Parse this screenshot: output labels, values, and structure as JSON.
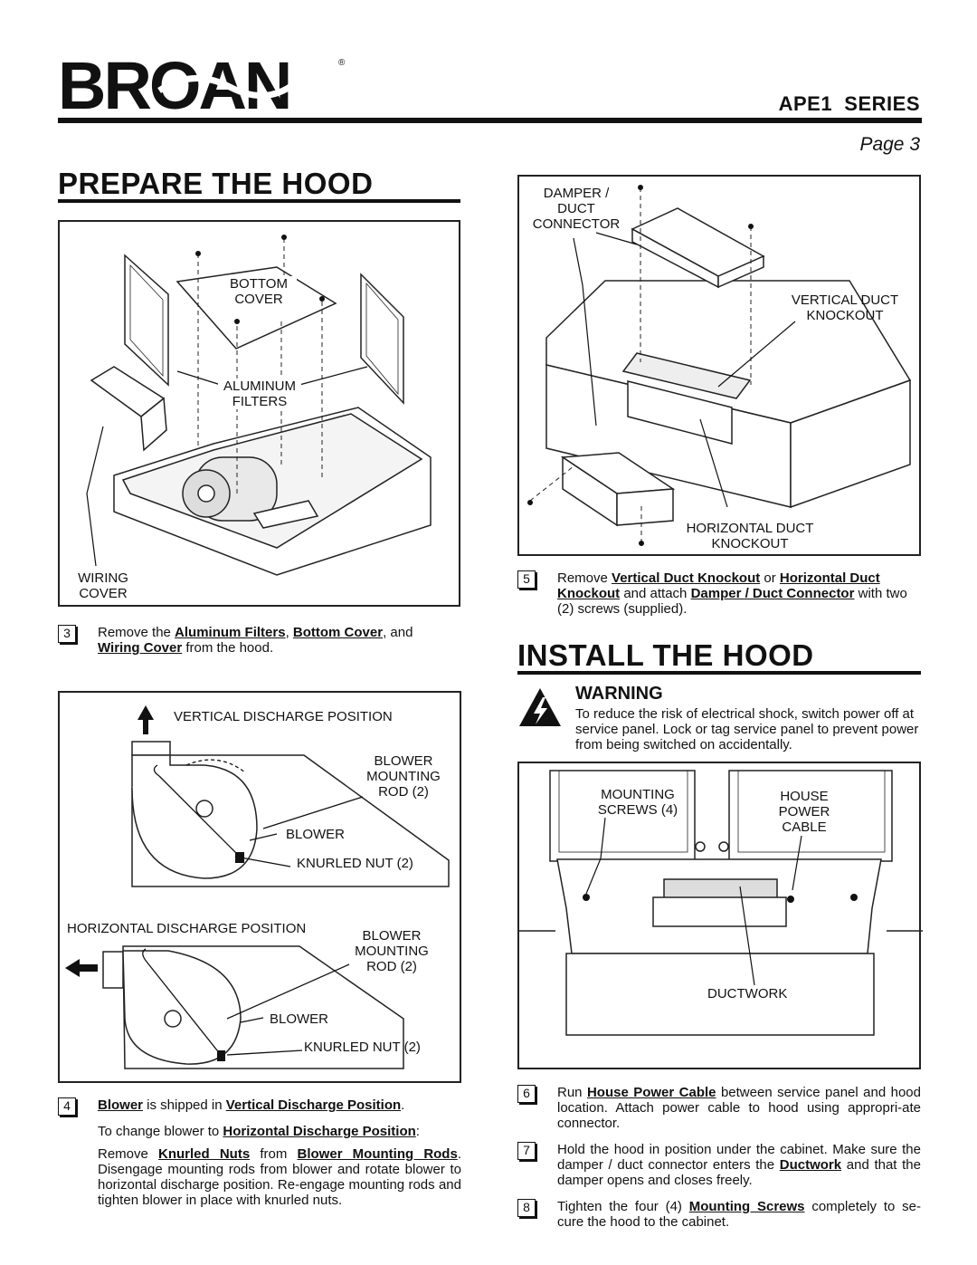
{
  "header": {
    "logo_text": "BROAN",
    "registered": "®",
    "series": "APE1  SERIES",
    "page": "Page 3"
  },
  "prepare": {
    "title": "PREPARE THE HOOD",
    "fig1": {
      "bottom_cover": [
        "BOTTOM",
        "COVER"
      ],
      "aluminum_filters": [
        "ALUMINUM",
        "FILTERS"
      ],
      "wiring_cover": [
        "WIRING",
        "COVER"
      ]
    },
    "step3": {
      "num": "3",
      "pre": "Remove the ",
      "l1": "Aluminum Filters",
      "mid1": ", ",
      "l2": "Bottom Cover",
      "mid2": ", and",
      "l3": "Wiring Cover",
      "post": " from the hood."
    },
    "fig2": {
      "vertical_title": "VERTICAL DISCHARGE POSITION",
      "horizontal_title": "HORIZONTAL DISCHARGE POSITION",
      "blower_mounting_rod": [
        "BLOWER",
        "MOUNTING",
        "ROD (2)"
      ],
      "blower": "BLOWER",
      "knurled_nut": "KNURLED NUT (2)"
    },
    "step4": {
      "num": "4",
      "l1": "Blower",
      "t1": " is shipped in ",
      "l2": "Vertical Discharge Position",
      "t2": ".",
      "t3": "To change blower to ",
      "l3": "Horizontal Discharge Position",
      "t4": ":",
      "t5": "Remove ",
      "l4": "Knurled Nuts",
      "t6": " from ",
      "l5": "Blower Mounting Rods",
      "t7": ". Disengage mounting rods from blower and rotate blower to horizontal discharge position. Re-engage mounting rods and tighten blower in place with knurled nuts."
    }
  },
  "right": {
    "fig3": {
      "damper": [
        "DAMPER /",
        "DUCT",
        "CONNECTOR"
      ],
      "vertical_knockout": [
        "VERTICAL DUCT",
        "KNOCKOUT"
      ],
      "horizontal_knockout": [
        "HORIZONTAL DUCT",
        "KNOCKOUT"
      ]
    },
    "step5": {
      "num": "5",
      "t1": "Remove ",
      "l1": "Vertical Duct Knockout",
      "t2": " or ",
      "l2": "Horizontal Duct Knockout",
      "t3": " and attach ",
      "l3": "Damper / Duct Connector",
      "t4": " with two (2) screws (supplied)."
    },
    "install_title": "INSTALL THE HOOD",
    "warning": {
      "title": "WARNING",
      "text": "To reduce the risk of electrical shock, switch power off at service panel. Lock or tag service panel to prevent power from being switched on accidentally."
    },
    "fig4": {
      "mounting_screws": [
        "MOUNTING",
        "SCREWS (4)"
      ],
      "house_power_cable": [
        "HOUSE",
        "POWER",
        "CABLE"
      ],
      "ductwork": "DUCTWORK"
    },
    "step6": {
      "num": "6",
      "t1": "Run ",
      "l1": "House Power Cable",
      "t2": " between service panel and hood location. Attach power cable to hood using appropri-ate connector."
    },
    "step7": {
      "num": "7",
      "t1": "Hold the hood in position under the cabinet. Make sure the damper / duct connector enters the ",
      "l1": "Ductwork",
      "t2": " and that the damper opens and closes freely."
    },
    "step8": {
      "num": "8",
      "t1": "Tighten the four (4) ",
      "l1": "Mounting Screws",
      "t2": " completely to se-cure the hood to the cabinet."
    }
  }
}
